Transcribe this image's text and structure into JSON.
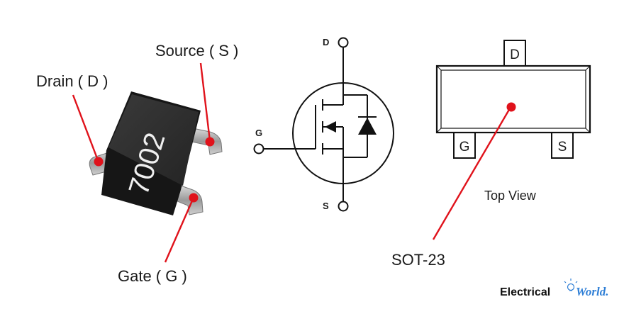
{
  "labels": {
    "source": "Source ( S )",
    "drain": "Drain ( D )",
    "gate": "Gate ( G )",
    "package": "SOT-23",
    "top_view": "Top View",
    "chip_marking": "7002"
  },
  "symbol": {
    "drain_pin": "D",
    "gate_pin": "G",
    "source_pin": "S"
  },
  "package_pins": {
    "drain": "D",
    "gate": "G",
    "source": "S"
  },
  "brand": {
    "word1": "Electrical",
    "word2": "World."
  },
  "colors": {
    "callout": "#e0121b",
    "chip_body": "#1e1e1e",
    "brand_accent": "#2f7fd6"
  }
}
